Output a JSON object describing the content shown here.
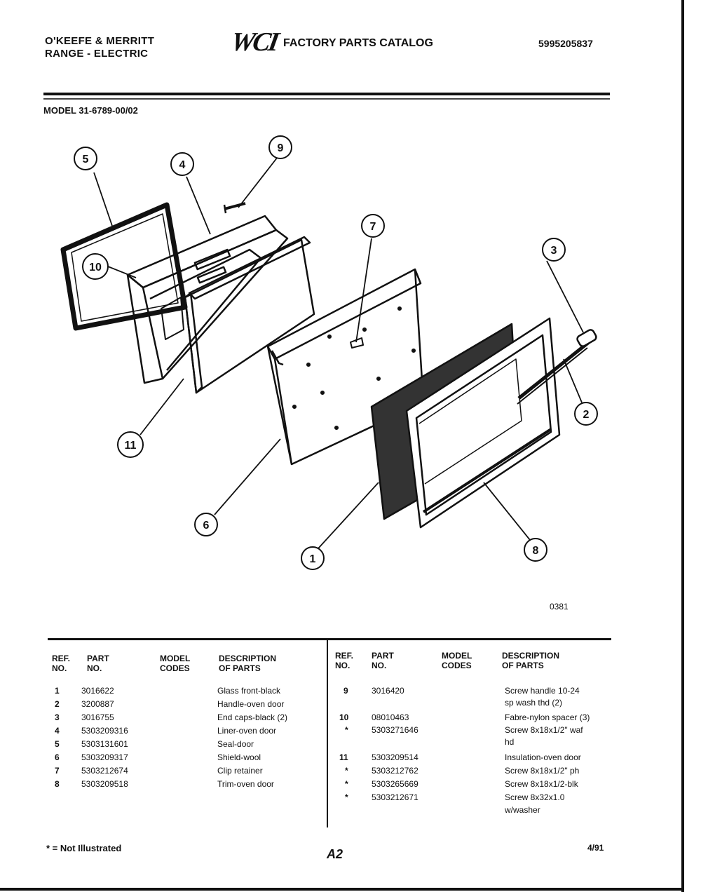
{
  "header": {
    "brand_line1": "O'KEEFE & MERRITT",
    "brand_line2": "RANGE - ELECTRIC",
    "logo": "WCI",
    "title": "FACTORY PARTS CATALOG",
    "catalog_number": "5995205837",
    "model": "MODEL 31-6789-00/02"
  },
  "diagram": {
    "figure_code": "0381",
    "callouts": [
      "1",
      "2",
      "3",
      "4",
      "5",
      "6",
      "7",
      "8",
      "9",
      "10",
      "11"
    ]
  },
  "table": {
    "headers": {
      "ref": "REF.\nNO.",
      "part": "PART\nNO.",
      "model": "MODEL\nCODES",
      "desc": "DESCRIPTION\nOF PARTS"
    },
    "left": [
      {
        "ref": "1",
        "part": "3016622",
        "desc": "Glass front-black"
      },
      {
        "ref": "2",
        "part": "3200887",
        "desc": "Handle-oven door"
      },
      {
        "ref": "3",
        "part": "3016755",
        "desc": "End caps-black (2)"
      },
      {
        "ref": "4",
        "part": "5303209316",
        "desc": "Liner-oven door"
      },
      {
        "ref": "5",
        "part": "5303131601",
        "desc": "Seal-door"
      },
      {
        "ref": "6",
        "part": "5303209317",
        "desc": "Shield-wool"
      },
      {
        "ref": "7",
        "part": "5303212674",
        "desc": "Clip retainer"
      },
      {
        "ref": "8",
        "part": "5303209518",
        "desc": "Trim-oven door"
      }
    ],
    "right": [
      {
        "ref": "9",
        "part": "3016420",
        "desc": "Screw handle 10-24"
      },
      {
        "ref": "",
        "part": "",
        "desc": "sp wash thd (2)"
      },
      {
        "ref": "10",
        "part": "08010463",
        "desc": "Fabre-nylon spacer (3)"
      },
      {
        "ref": "*",
        "part": "5303271646",
        "desc": "Screw 8x18x1/2\" waf"
      },
      {
        "ref": "",
        "part": "",
        "desc": "hd"
      },
      {
        "ref": "11",
        "part": "5303209514",
        "desc": "Insulation-oven door"
      },
      {
        "ref": "*",
        "part": "5303212762",
        "desc": "Screw 8x18x1/2\" ph"
      },
      {
        "ref": "*",
        "part": "5303265669",
        "desc": "Screw 8x18x1/2-blk"
      },
      {
        "ref": "*",
        "part": "5303212671",
        "desc": "Screw 8x32x1.0"
      },
      {
        "ref": "",
        "part": "",
        "desc": "w/washer"
      }
    ]
  },
  "footer": {
    "legend": "* = Not Illustrated",
    "page": "A2",
    "date": "4/91"
  }
}
